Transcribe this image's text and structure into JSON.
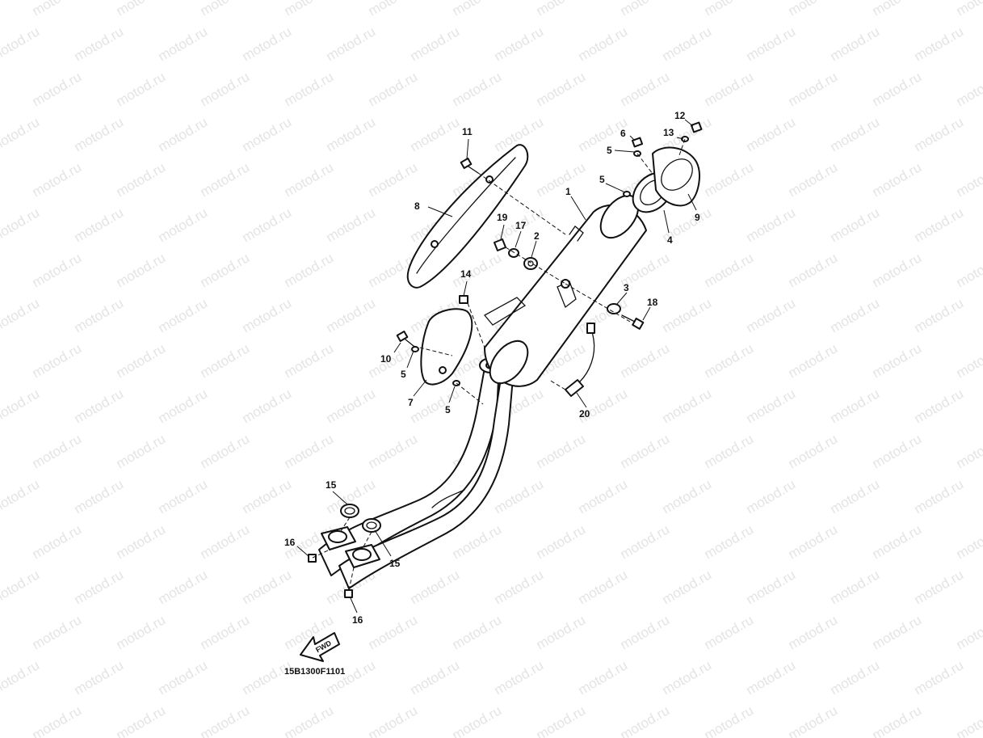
{
  "watermark": {
    "text": "motod.ru"
  },
  "callouts": {
    "c1": "1",
    "c2": "2",
    "c3": "3",
    "c4": "4",
    "c5a": "5",
    "c5b": "5",
    "c5c": "5",
    "c5d": "5",
    "c6": "6",
    "c7": "7",
    "c8": "8",
    "c9": "9",
    "c10": "10",
    "c11": "11",
    "c12": "12",
    "c13": "13",
    "c14": "14",
    "c15a": "15",
    "c15b": "15",
    "c16a": "16",
    "c16b": "16",
    "c17": "17",
    "c18": "18",
    "c19": "19",
    "c20": "20"
  },
  "fwd_arrow": {
    "label": "FWD"
  },
  "diagram_code": "15B1300F1101"
}
